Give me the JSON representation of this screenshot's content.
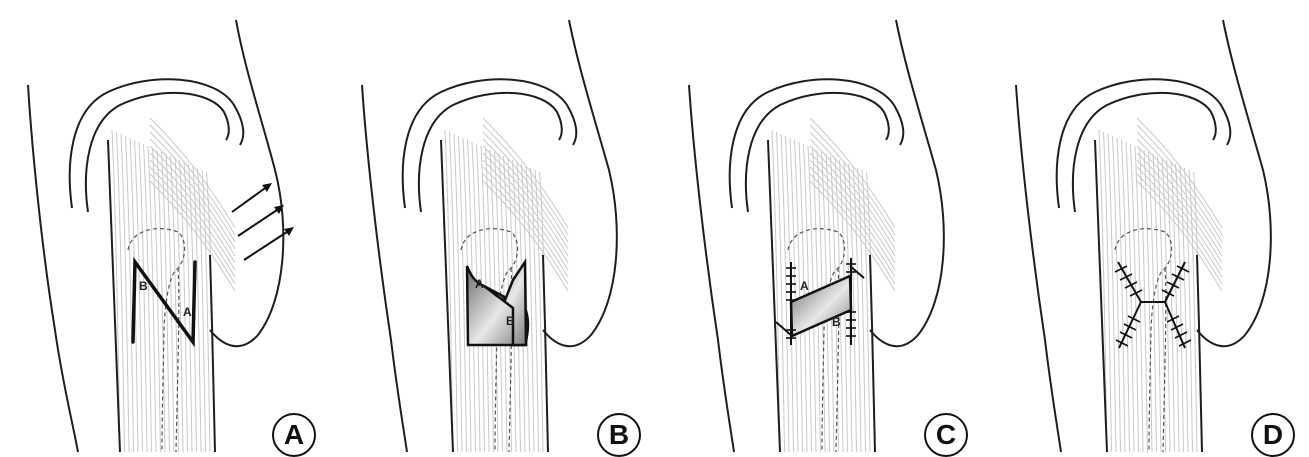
{
  "figure": {
    "panels": [
      {
        "id": "A",
        "label": "A",
        "flap_labels": [
          "B",
          "A"
        ]
      },
      {
        "id": "B",
        "label": "B",
        "flap_labels": [
          "A",
          "B"
        ]
      },
      {
        "id": "C",
        "label": "C",
        "flap_labels": [
          "A",
          "B"
        ]
      },
      {
        "id": "D",
        "label": "D",
        "flap_labels": []
      }
    ],
    "colors": {
      "line": "#1e1e1e",
      "fiber": "#c8c8c8",
      "flap_fill_dark": "#6a6a6a",
      "flap_fill_light": "#e8e8e8"
    }
  }
}
